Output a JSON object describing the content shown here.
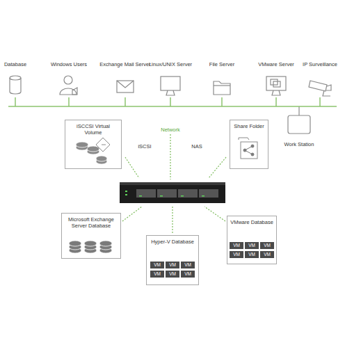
{
  "diagram": {
    "nodes": [
      {
        "text": [
          "iSCCSI Virtual Volume"
        ]
      },
      {
        "text": [
          "Share Folder"
        ]
      },
      {
        "text": [
          "Microsoft Exchange Server Database"
        ]
      },
      {
        "text": [
          "Hyper-V Database"
        ]
      },
      {
        "text": [
          "VM"
        ],
        "in": 3
      },
      {
        "text": [
          "VM"
        ],
        "in": 3
      },
      {
        "text": [
          "VM"
        ],
        "in": 3
      },
      {
        "text": [
          "VM"
        ],
        "in": 3
      },
      {
        "text": [
          "VM"
        ],
        "in": 3
      },
      {
        "text": [
          "VM"
        ],
        "in": 3
      },
      {
        "text": [
          "VMware Database"
        ]
      },
      {
        "text": [
          "VM"
        ],
        "in": 10
      },
      {
        "text": [
          "VM"
        ],
        "in": 10
      },
      {
        "text": [
          "VM"
        ],
        "in": 10
      },
      {
        "text": [
          "VM"
        ],
        "in": 10
      },
      {
        "text": [
          "VM"
        ],
        "in": 10
      },
      {
        "text": [
          "VM"
        ],
        "in": 10
      }
    ],
    "labels": [
      "Database",
      "Windows Users",
      "Exchange Mail Server",
      "Linux/UNIX Server",
      "File Server",
      "VMware Server",
      "IP Surveillance",
      "Network",
      "iSCSI",
      "NAS",
      "Work Station"
    ]
  }
}
